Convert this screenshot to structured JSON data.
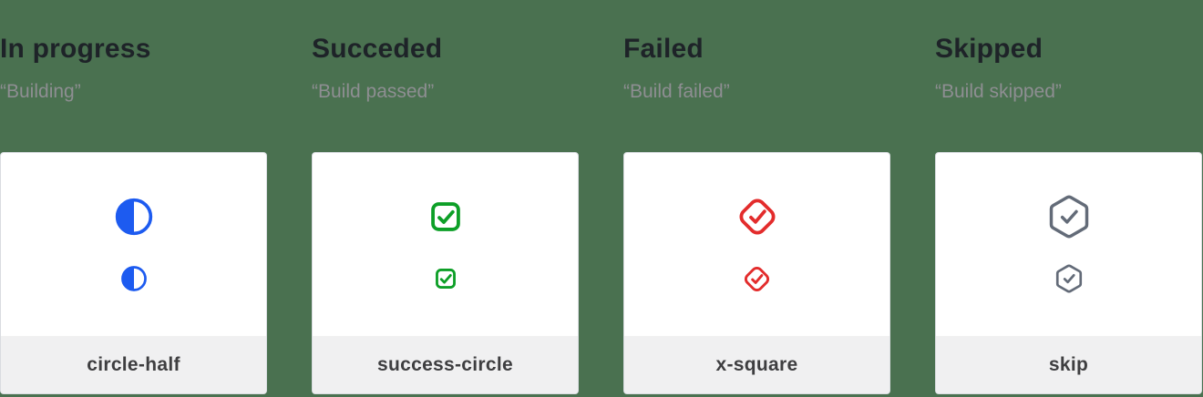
{
  "page": {
    "background_color": "#4a7150",
    "card_background": "#ffffff",
    "card_border_color": "#d9dce0",
    "footer_background": "#f0f0f1"
  },
  "columns": [
    {
      "title": "In progress",
      "subtitle": "“Building”",
      "icon": "circle-half-icon",
      "label": "circle-half",
      "color": "#1d5bf0"
    },
    {
      "title": "Succeded",
      "subtitle": "“Build passed”",
      "icon": "success-circle-icon",
      "label": "success-circle",
      "color": "#0d9f27"
    },
    {
      "title": "Failed",
      "subtitle": "“Build failed”",
      "icon": "x-square-icon",
      "label": "x-square",
      "color": "#e32c2c"
    },
    {
      "title": "Skipped",
      "subtitle": "“Build skipped”",
      "icon": "skip-icon",
      "label": "skip",
      "color": "#636b78"
    }
  ]
}
